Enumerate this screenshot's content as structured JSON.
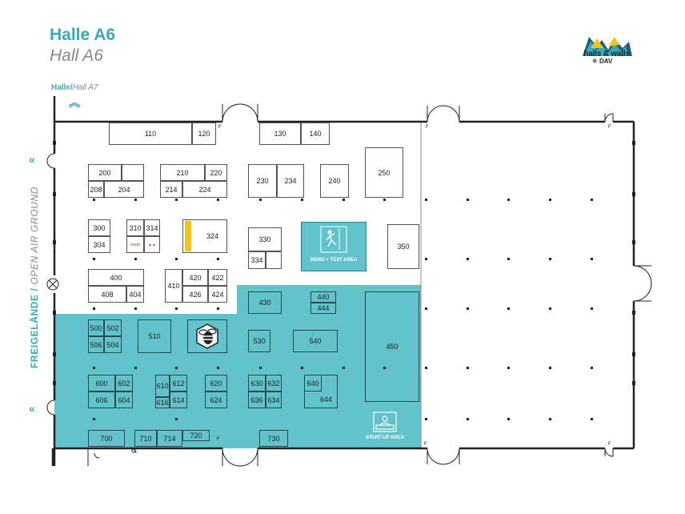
{
  "header": {
    "title_de": "Halle A6",
    "title_en": "Hall A6"
  },
  "logo": {
    "text": "halls & walls",
    "sub": "DAV"
  },
  "neighbor_hall": {
    "label_de": "Halle",
    "separator": "/",
    "label_en": "Hall A7"
  },
  "side_area": {
    "label_de": "FREIGELÄNDE",
    "separator": " / ",
    "label_en": "OPEN AIR GROUND"
  },
  "icons": [
    "chevrons-up-icon",
    "chevrons-left-icon",
    "door-icon",
    "fire-extinguisher-icon",
    "climber-icon",
    "start-up-desk-icon",
    "bee-logo-icon"
  ],
  "colors": {
    "accent": "#3aa9b6",
    "teal_zone": "#62c3cc",
    "outline": "#333333"
  },
  "special_areas": {
    "demo": "DEMO + TEST AREA",
    "startup": "START-UP AREA"
  },
  "booths": [
    "110",
    "120",
    "130",
    "140",
    "200",
    "204",
    "208",
    "210",
    "214",
    "220",
    "224",
    "230",
    "234",
    "240",
    "250",
    "300",
    "304",
    "310",
    "314",
    "324",
    "330",
    "334",
    "350",
    "400",
    "404",
    "408",
    "410",
    "420",
    "422",
    "424",
    "426",
    "430",
    "440",
    "444",
    "450",
    "500",
    "502",
    "504",
    "506",
    "510",
    "530",
    "540",
    "600",
    "602",
    "604",
    "606",
    "610",
    "612",
    "614",
    "616",
    "620",
    "624",
    "630",
    "632",
    "634",
    "636",
    "640",
    "644",
    "700",
    "710",
    "714",
    "720",
    "730"
  ],
  "markers": {
    "fire": "F"
  }
}
